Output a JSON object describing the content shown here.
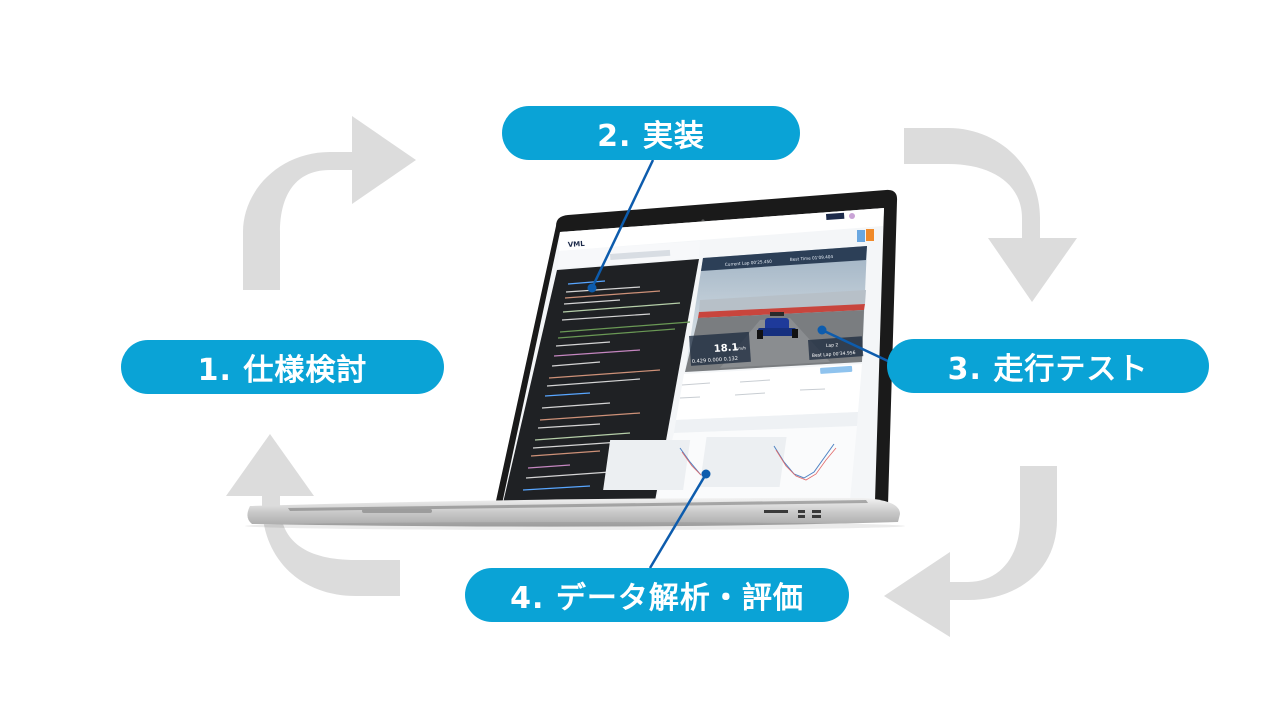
{
  "colors": {
    "pill": "#0aa3d6",
    "arrow": "#dcdcdc",
    "connector": "#0d5cad"
  },
  "steps": [
    {
      "label": "1. 仕様検討"
    },
    {
      "label": "2. 実装"
    },
    {
      "label": "3. 走行テスト"
    },
    {
      "label": "4. データ解析・評価"
    }
  ],
  "laptop_screen": {
    "brand": "VML",
    "sim_header_current": "Current Lap  00'25.450",
    "sim_header_best": "Best Time  01'09.404",
    "speed": "18.1",
    "speed_unit": "km/h",
    "lap": "Lap 2",
    "best_lap": "Best Lap 00'34.956",
    "telemetry": "0.429  0.000  0.132"
  }
}
